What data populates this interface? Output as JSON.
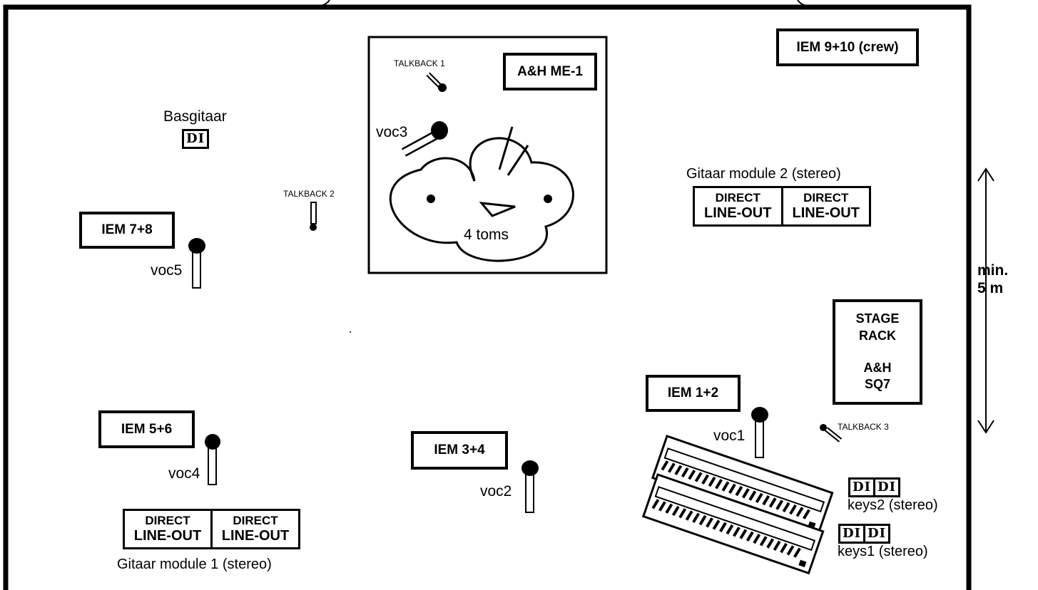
{
  "iem": {
    "iem_9_10": "IEM 9+10 (crew)",
    "iem_7_8": "IEM 7+8",
    "iem_5_6": "IEM 5+6",
    "iem_3_4": "IEM 3+4",
    "iem_1_2": "IEM 1+2"
  },
  "drums": {
    "mixer": "A&H ME-1",
    "toms": "4 toms",
    "talkback": "TALKBACK 1",
    "vocal": "voc3"
  },
  "bass": {
    "label": "Basgitaar",
    "di": "DI"
  },
  "talkback2": "TALKBACK 2",
  "talkback3": "TALKBACK 3",
  "vocals": {
    "voc1": "voc1",
    "voc2": "voc2",
    "voc4": "voc4",
    "voc5": "voc5"
  },
  "guitar2": {
    "title": "Gitaar module 2 (stereo)",
    "cells": [
      {
        "top": "DIRECT",
        "bottom": "LINE-OUT"
      },
      {
        "top": "DIRECT",
        "bottom": "LINE-OUT"
      }
    ]
  },
  "guitar1": {
    "title": "Gitaar module 1 (stereo)",
    "cells": [
      {
        "top": "DIRECT",
        "bottom": "LINE-OUT"
      },
      {
        "top": "DIRECT",
        "bottom": "LINE-OUT"
      }
    ]
  },
  "rack": {
    "line1": "STAGE",
    "line2": "RACK",
    "line3": "A&H",
    "line4": "SQ7"
  },
  "keys": {
    "keys2": "keys2 (stereo)",
    "keys1": "keys1 (stereo)",
    "di": "DI"
  },
  "dimension": {
    "line1": "min.",
    "line2": "5 m"
  }
}
